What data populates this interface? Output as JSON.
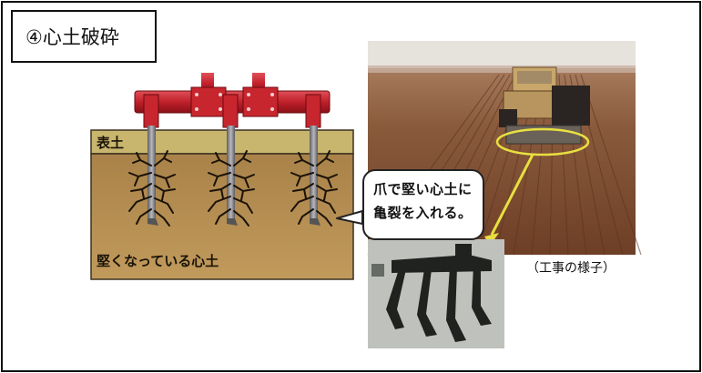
{
  "title": "④心土破砕",
  "labels": {
    "topsoil": "表土",
    "hard_subsoil": "堅くなっている心土"
  },
  "callout": {
    "line1": "爪で堅い心土に",
    "line2": "亀裂を入れる。"
  },
  "photo_caption": "（工事の様子）",
  "colors": {
    "topsoil": "#c8b56e",
    "subsoil": "#b18b4f",
    "implement_frame": "#c0202a",
    "shank": "#7a7a80",
    "crack": "#1a1208",
    "highlight_ellipse": "#e8e040",
    "field": "#8a5a3c",
    "sky": "#e6e2dc"
  }
}
